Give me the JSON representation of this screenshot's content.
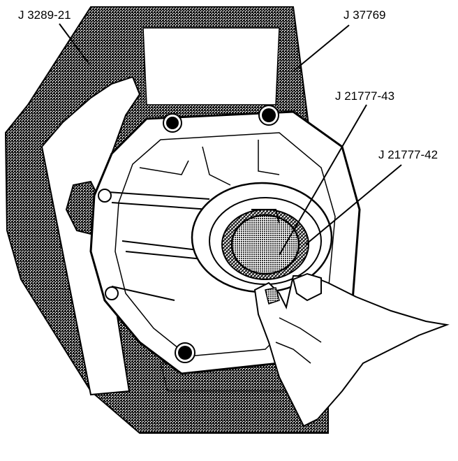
{
  "callouts": {
    "tool_holding_fixture": "J 3289-21",
    "tool_adapter": "J 37769",
    "tool_seal_installer": "J 21777-43",
    "tool_seal_driver": "J 21777-42"
  },
  "colors": {
    "ink": "#000000",
    "paper": "#ffffff",
    "stipple": "#1a1a1a"
  }
}
